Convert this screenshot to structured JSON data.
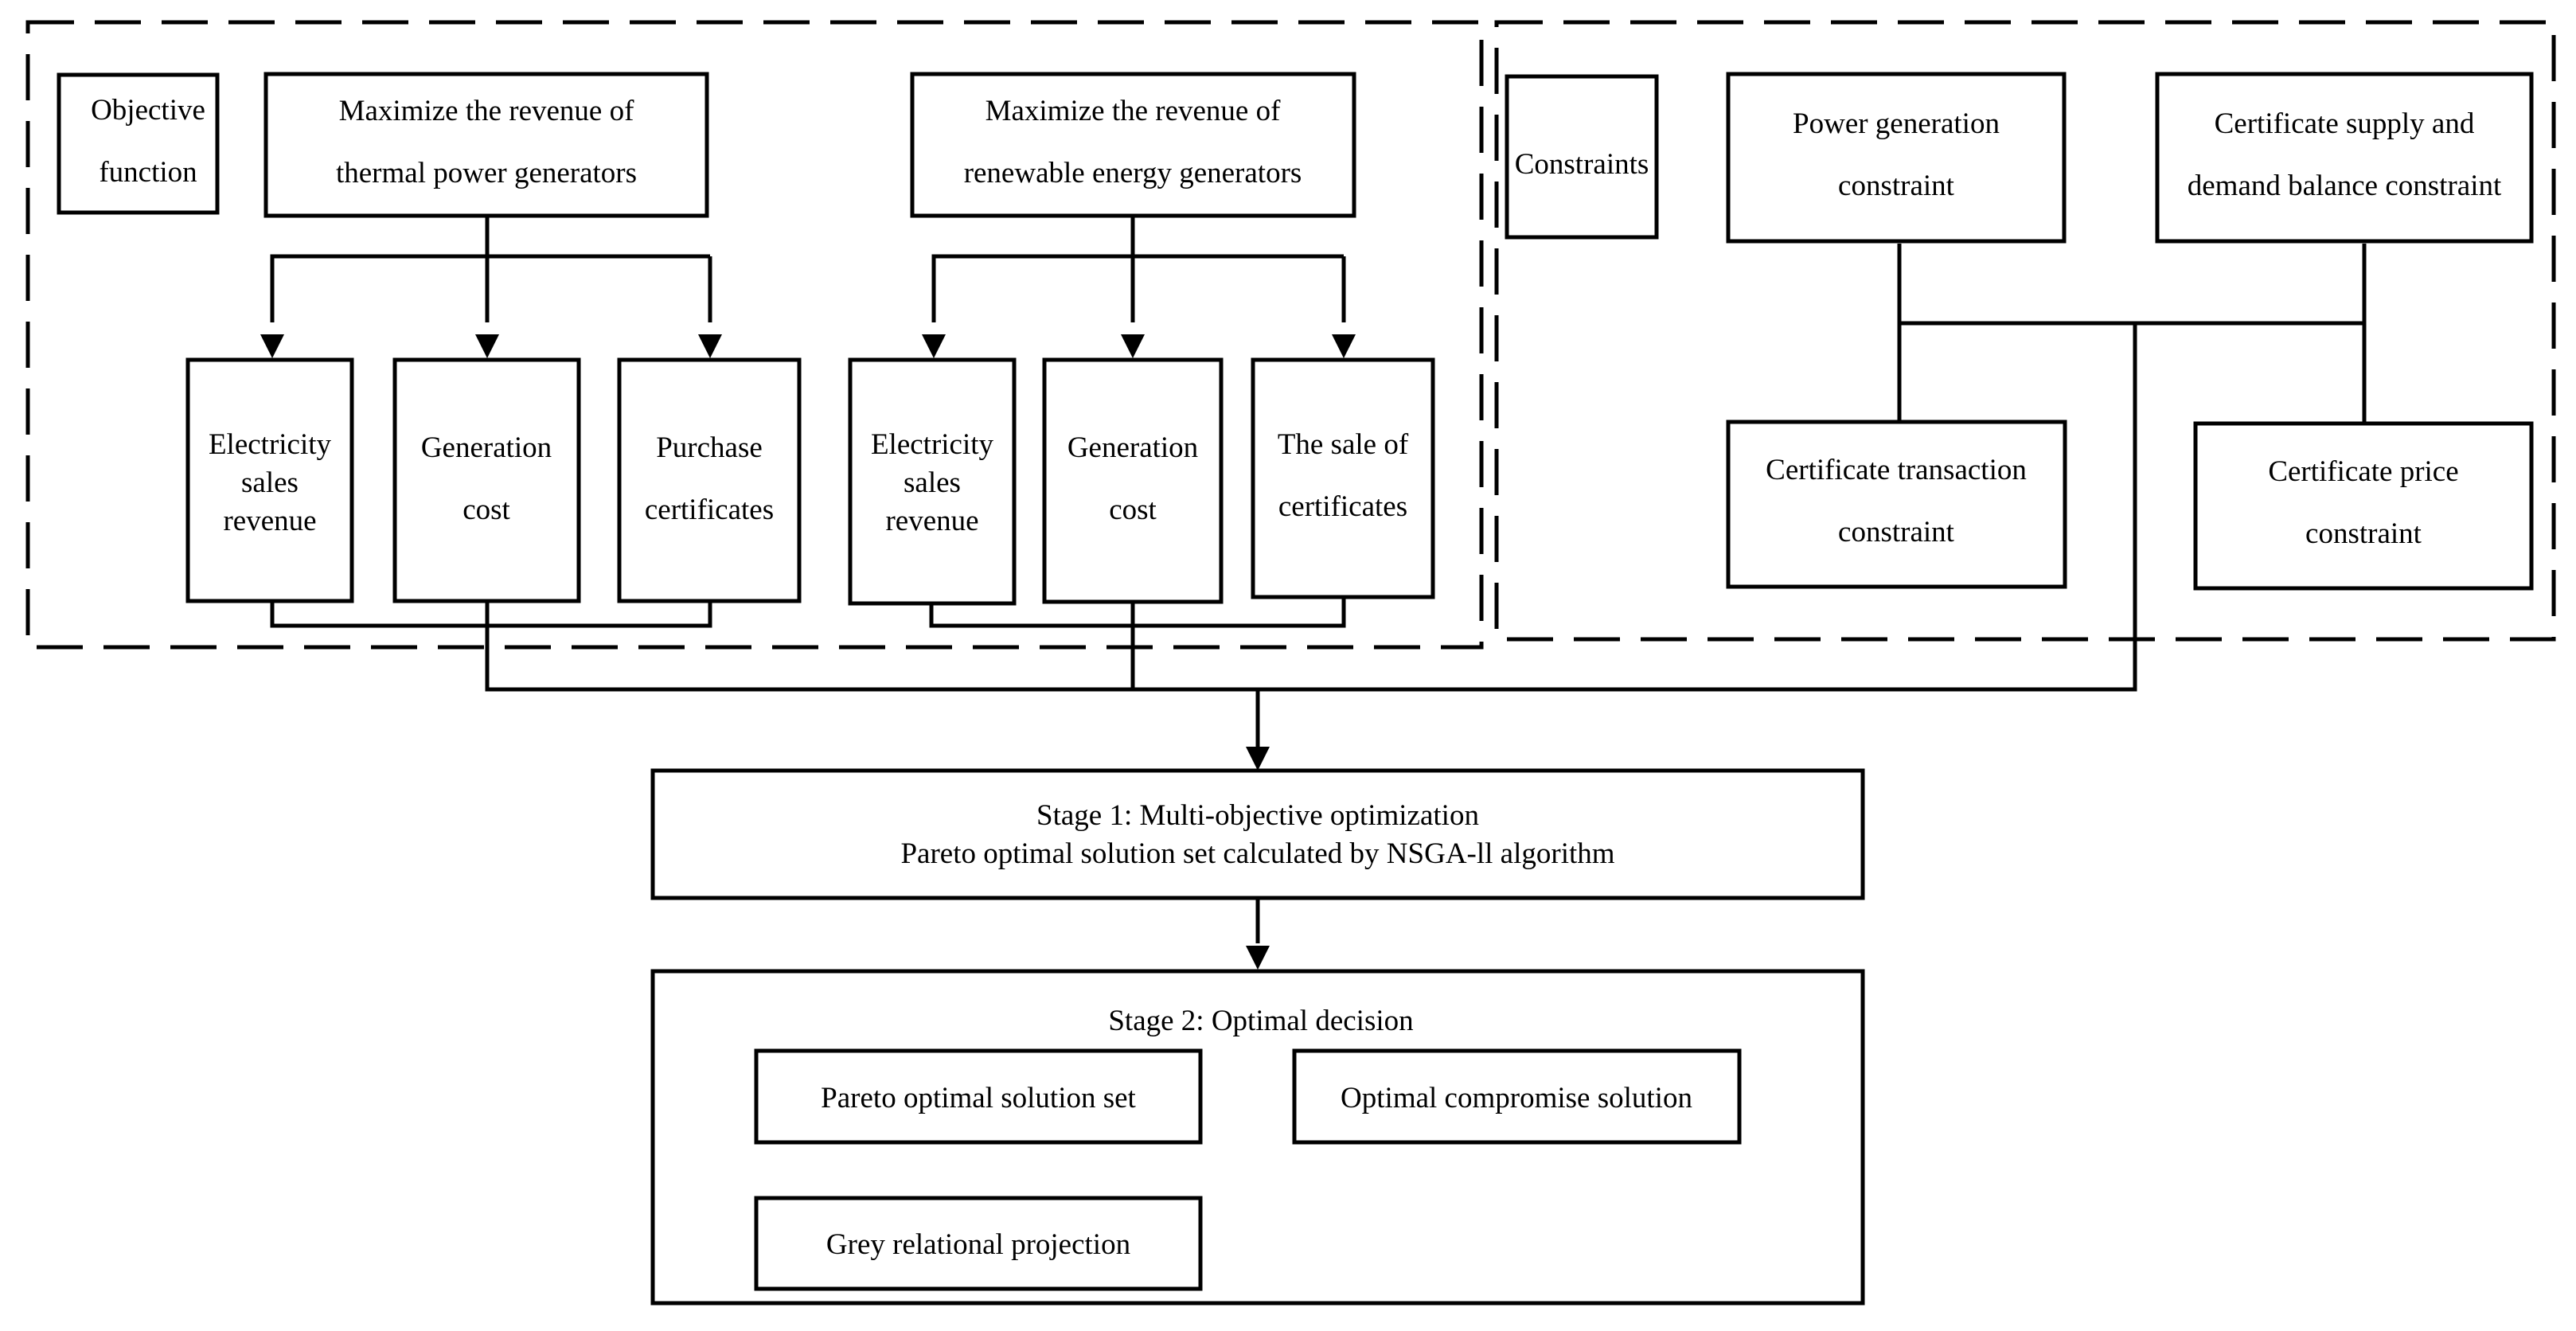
{
  "objective": {
    "header": [
      "Objective",
      "function"
    ],
    "thermal": {
      "title": [
        "Maximize the revenue of",
        "thermal power generators"
      ],
      "items": [
        [
          "Electricity",
          "sales",
          "revenue"
        ],
        [
          "Generation",
          "cost"
        ],
        [
          "Purchase",
          "certificates"
        ]
      ]
    },
    "renewable": {
      "title": [
        "Maximize the revenue of",
        "renewable energy generators"
      ],
      "items": [
        [
          "Electricity",
          "sales",
          "revenue"
        ],
        [
          "Generation",
          "cost"
        ],
        [
          "The sale of",
          "certificates"
        ]
      ]
    }
  },
  "constraints": {
    "header": [
      "Constraints"
    ],
    "items": [
      [
        "Power generation",
        "constraint"
      ],
      [
        "Certificate supply and",
        "demand balance constraint"
      ],
      [
        "Certificate transaction",
        "constraint"
      ],
      [
        "Certificate price",
        "constraint"
      ]
    ]
  },
  "stage1": [
    "Stage 1: Multi-objective optimization",
    "Pareto optimal solution set calculated by NSGA-ll algorithm"
  ],
  "stage2": {
    "title": [
      "Stage 2: Optimal decision"
    ],
    "pareto": [
      "Pareto optimal solution set"
    ],
    "optimal": [
      "Optimal compromise solution"
    ],
    "grey": [
      "Grey relational projection"
    ]
  }
}
